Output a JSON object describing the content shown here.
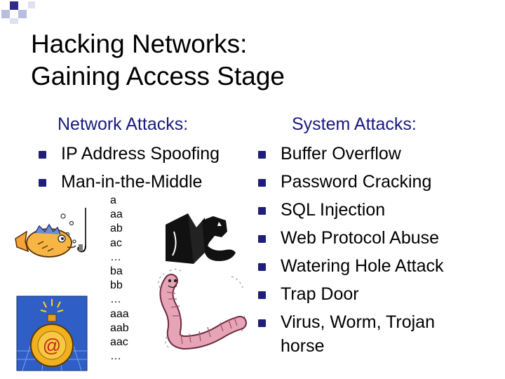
{
  "slide": {
    "title_line1": "Hacking Networks:",
    "title_line2": "Gaining Access Stage"
  },
  "network": {
    "heading": "Network Attacks:",
    "items": [
      {
        "label": "IP Address Spoofing",
        "icon": "square-bullet"
      },
      {
        "label": "Man-in-the-Middle",
        "icon": "square-bullet"
      }
    ],
    "wordlist": [
      "a",
      "aa",
      "ab",
      "ac",
      "…",
      "ba",
      "bb",
      "…",
      "aaa",
      "aab",
      "aac",
      "…"
    ]
  },
  "system": {
    "heading": "System Attacks:",
    "items": [
      {
        "label": "Buffer Overflow"
      },
      {
        "label": "Password Cracking"
      },
      {
        "label": "SQL Injection"
      },
      {
        "label": "Web Protocol Abuse"
      },
      {
        "label": "Watering Hole Attack"
      },
      {
        "label": "Trap Door"
      },
      {
        "label": "Virus, Worm, Trojan",
        "label_line2": "horse"
      }
    ]
  },
  "bomb": {
    "symbol": "@"
  },
  "colors": {
    "bullet": "#1f1f7a",
    "heading": "#1a1a80",
    "corner_dark": "#2e2e8a",
    "corner_light": "#b9bde0"
  }
}
